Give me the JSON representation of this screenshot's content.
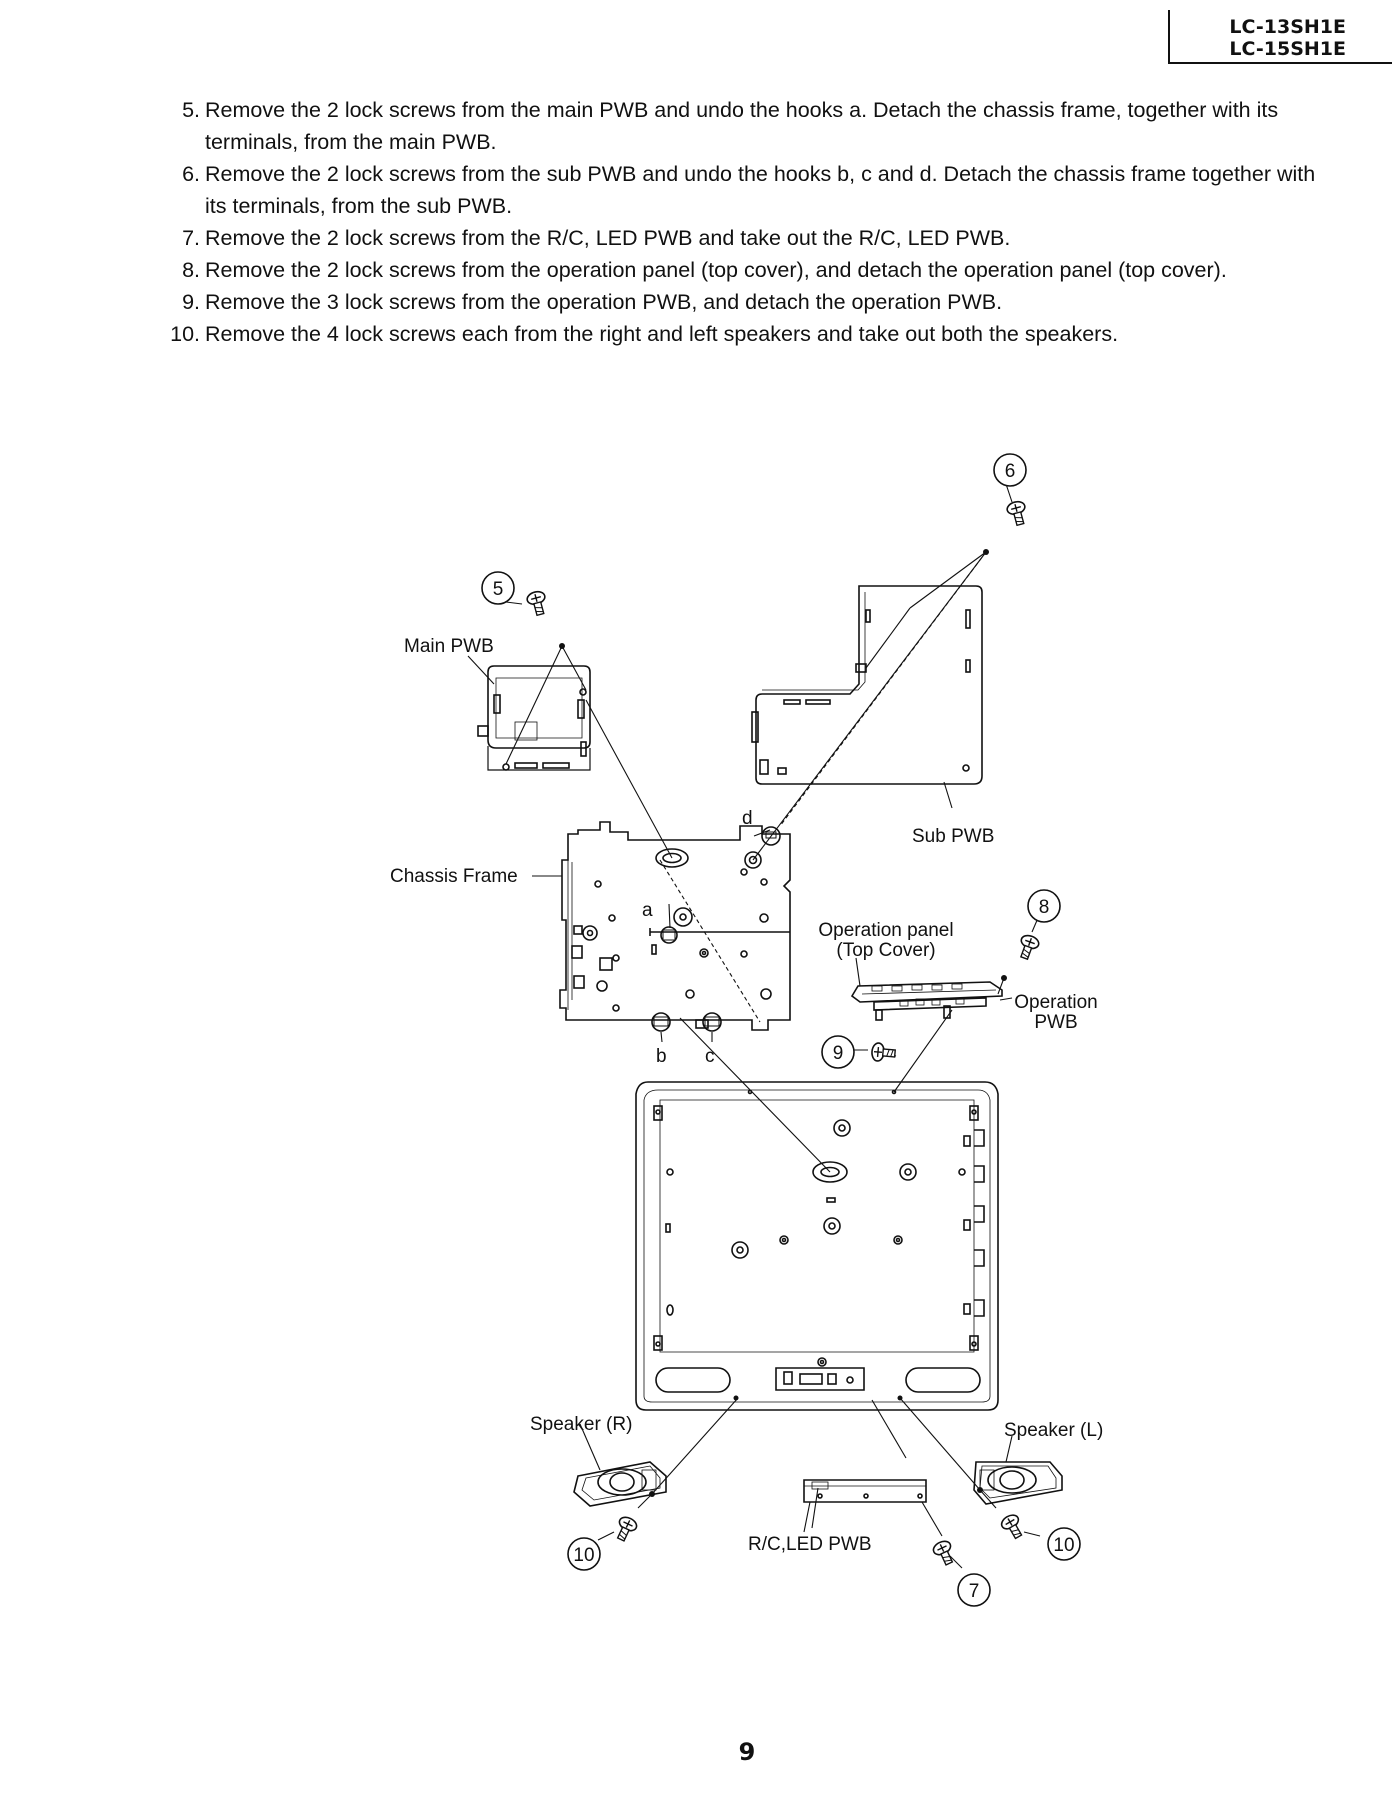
{
  "header": {
    "model_1": "LC-13SH1E",
    "model_2": "LC-15SH1E"
  },
  "steps": [
    {
      "num": "5.",
      "text": "Remove the 2 lock screws from the main PWB and undo the hooks a. Detach the chassis frame, together with its terminals, from the main PWB."
    },
    {
      "num": "6.",
      "text": "Remove the 2 lock screws from the sub PWB and undo the hooks b, c and d. Detach the chassis frame  together with its terminals, from the sub PWB."
    },
    {
      "num": "7.",
      "text": "Remove the 2 lock screws from the R/C, LED PWB and take out the R/C, LED PWB."
    },
    {
      "num": "8.",
      "text": "Remove the 2 lock screws from the operation panel (top cover), and detach the operation panel (top cover)."
    },
    {
      "num": "9.",
      "text": "Remove the 3 lock screws from the operation PWB, and detach the operation PWB."
    },
    {
      "num": "10.",
      "text": "Remove the 4 lock screws each from the right and left speakers and take out both the speakers."
    }
  ],
  "diagram": {
    "labels": {
      "main_pwb": "Main PWB",
      "sub_pwb": "Sub PWB",
      "chassis_frame": "Chassis Frame",
      "operation_panel_1": "Operation panel",
      "operation_panel_2": "(Top Cover)",
      "operation_pwb_1": "Operation",
      "operation_pwb_2": "PWB",
      "speaker_r": "Speaker (R)",
      "speaker_l": "Speaker (L)",
      "rc_led_pwb": "R/C,LED PWB",
      "hook_a": "a",
      "hook_b": "b",
      "hook_c": "c",
      "hook_d": "d"
    },
    "callouts": {
      "c5": "5",
      "c6": "6",
      "c7": "7",
      "c8": "8",
      "c9": "9",
      "c10_left": "10",
      "c10_right": "10"
    }
  },
  "footer": {
    "page_number": "9"
  }
}
